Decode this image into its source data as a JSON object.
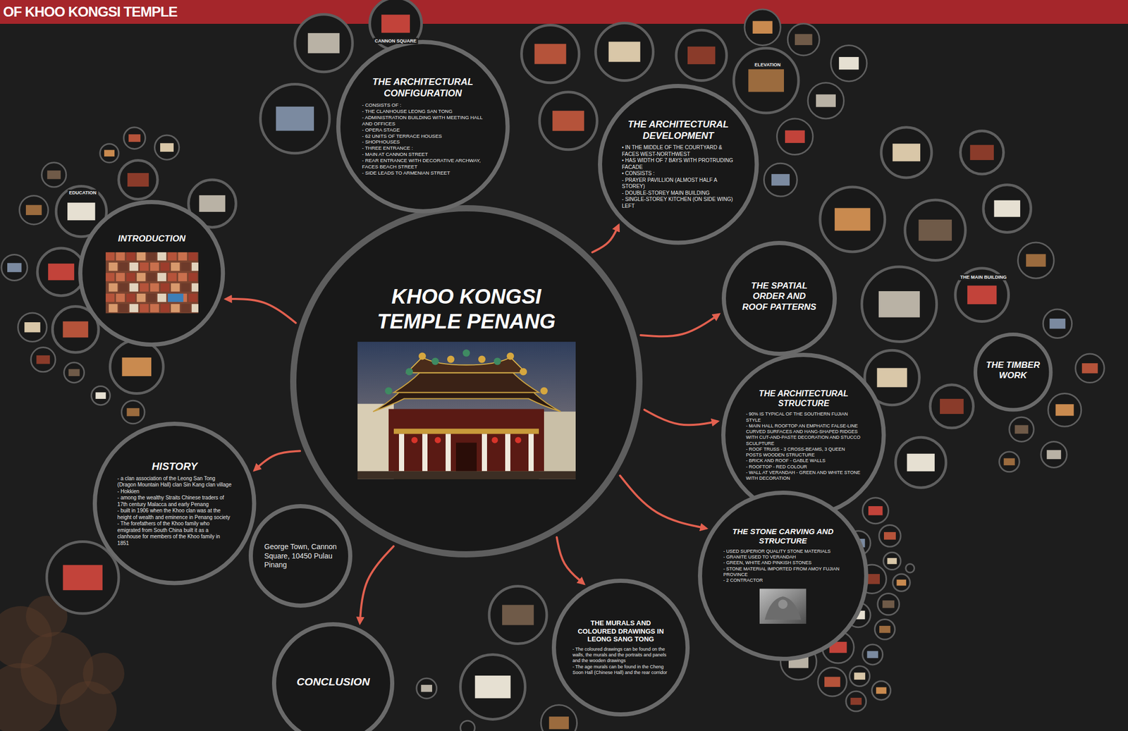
{
  "diagram": {
    "title": "OF KHOO KONGSI TEMPLE",
    "nodes": [
      {
        "text": [
          "KHOO KONGSI TEMPLE PENANG"
        ]
      },
      {
        "text": [
          "INTRODUCTION"
        ]
      },
      {
        "text": [
          "THE ARCHITECTURAL CONFIGURATION",
          "- CONSISTS OF :",
          "- THE CLANHOUSE LEONG SAN TONG",
          "- ADMINISTRATION BUILDING WITH MEETING HALL AND OFFICES",
          "- OPERA STAGE",
          "- 62 UNITS OF TERRACE HOUSES",
          "- SHOPHOUSES",
          "- THREE ENTRANCE :",
          "- MAIN AT CANNON STREET",
          "- REAR ENTRANCE WITH DECORATIVE ARCHWAY, FACES BEACH STREET",
          "- SIDE LEADS TO ARMENIAN STREET"
        ]
      },
      {
        "text": [
          "THE ARCHITECTURAL DEVELOPMENT",
          "• IN THE MIDDLE OF THE COURTYARD & FACES WEST-NORTHWEST",
          "• HAS WIDTH OF 7 BAYS WITH PROTRUDING FACADE",
          "• CONSISTS :",
          "- PRAYER PAVILLION (ALMOST HALF A STOREY)",
          "- DOUBLE-STOREY MAIN BUILDING",
          "- SINGLE-STOREY KITCHEN (ON SIDE WING) LEFT"
        ]
      },
      {
        "text": [
          "THE SPATIAL ORDER AND ROOF PATTERNS"
        ]
      },
      {
        "text": [
          "THE TIMBER WORK"
        ]
      },
      {
        "text": [
          "THE ARCHITECTURAL STRUCTURE",
          "- 90% IS TYPICAL OF THE SOUTHERN FUJIAN STYLE",
          "- MAIN HALL ROOFTOP AN EMPHATIC FALSE-LINE CURVED SURFACES AND HANG-SHAPED RIDGES WITH CUT-AND-PASTE DECORATION AND STUCCO SCULPTURE",
          "- ROOF TRUSS - 3 CROSS-BEAMS, 3 QUEEN POSTS WOODEN STRUCTURE",
          "- BRICK AND ROOF - GABLE WALLS",
          "- ROOFTOP - RED COLOUR",
          "- WALL AT VERANDAH - GREEN AND WHITE STONE WITH DECORATION"
        ]
      },
      {
        "text": [
          "THE STONE CARVING AND STRUCTURE",
          "- USED SUPERIOR QUALITY STONE MATERIALS",
          "- GRANITE USED TO VERANDAH",
          "- GREEN, WHITE AND PINKISH STONES",
          "- STONE MATERIAL IMPORTED FROM AMOY FUJIAN PROVINCE",
          "- 2 CONTRACTOR"
        ]
      },
      {
        "text": [
          "THE MURALS AND COLOURED DRAWINGS IN LEONG SANG TONG",
          "- The coloured drawings can be found on the walls, the murals and the portraits and panels and the wooden drawings",
          "- The age murals can be found in the Cheng Soon Hall (Chinese Hall) and the rear corridor"
        ]
      },
      {
        "text": [
          "CONCLUSION"
        ]
      },
      {
        "text": [
          "George Town, Cannon Square, 10450 Pulau Pinang"
        ]
      },
      {
        "text": [
          "HISTORY",
          "- a clan association of the Leong San Tong (Dragon Mountain Hall) clan Sin Kang clan village",
          "- Hokkien",
          "- among the wealthy Straits Chinese traders of 17th century Malacca and early Penang",
          "- built in 1906 when the Khoo clan was at the height of wealth and eminence in Penang society",
          "- The forefathers of the Khoo family who emigrated from South China built it as a clanhouse for members of the Khoo family in 1851"
        ]
      }
    ],
    "edges": [
      {
        "from": 0,
        "to": 1,
        "arrow": "to"
      },
      {
        "from": 0,
        "to": 2,
        "arrow": "to"
      },
      {
        "from": 0,
        "to": 3,
        "arrow": "to"
      },
      {
        "from": 0,
        "to": 4,
        "arrow": "to"
      },
      {
        "from": 0,
        "to": 6,
        "arrow": "to"
      },
      {
        "from": 0,
        "to": 7,
        "arrow": "to"
      },
      {
        "from": 0,
        "to": 8,
        "arrow": "to"
      },
      {
        "from": 0,
        "to": 9,
        "arrow": "to"
      },
      {
        "from": 0,
        "to": 11,
        "arrow": "to"
      }
    ],
    "labels": [
      "EDUCATION",
      "CANNON SQUARE",
      "ELEVATION",
      "THE MAIN BUILDING"
    ]
  }
}
